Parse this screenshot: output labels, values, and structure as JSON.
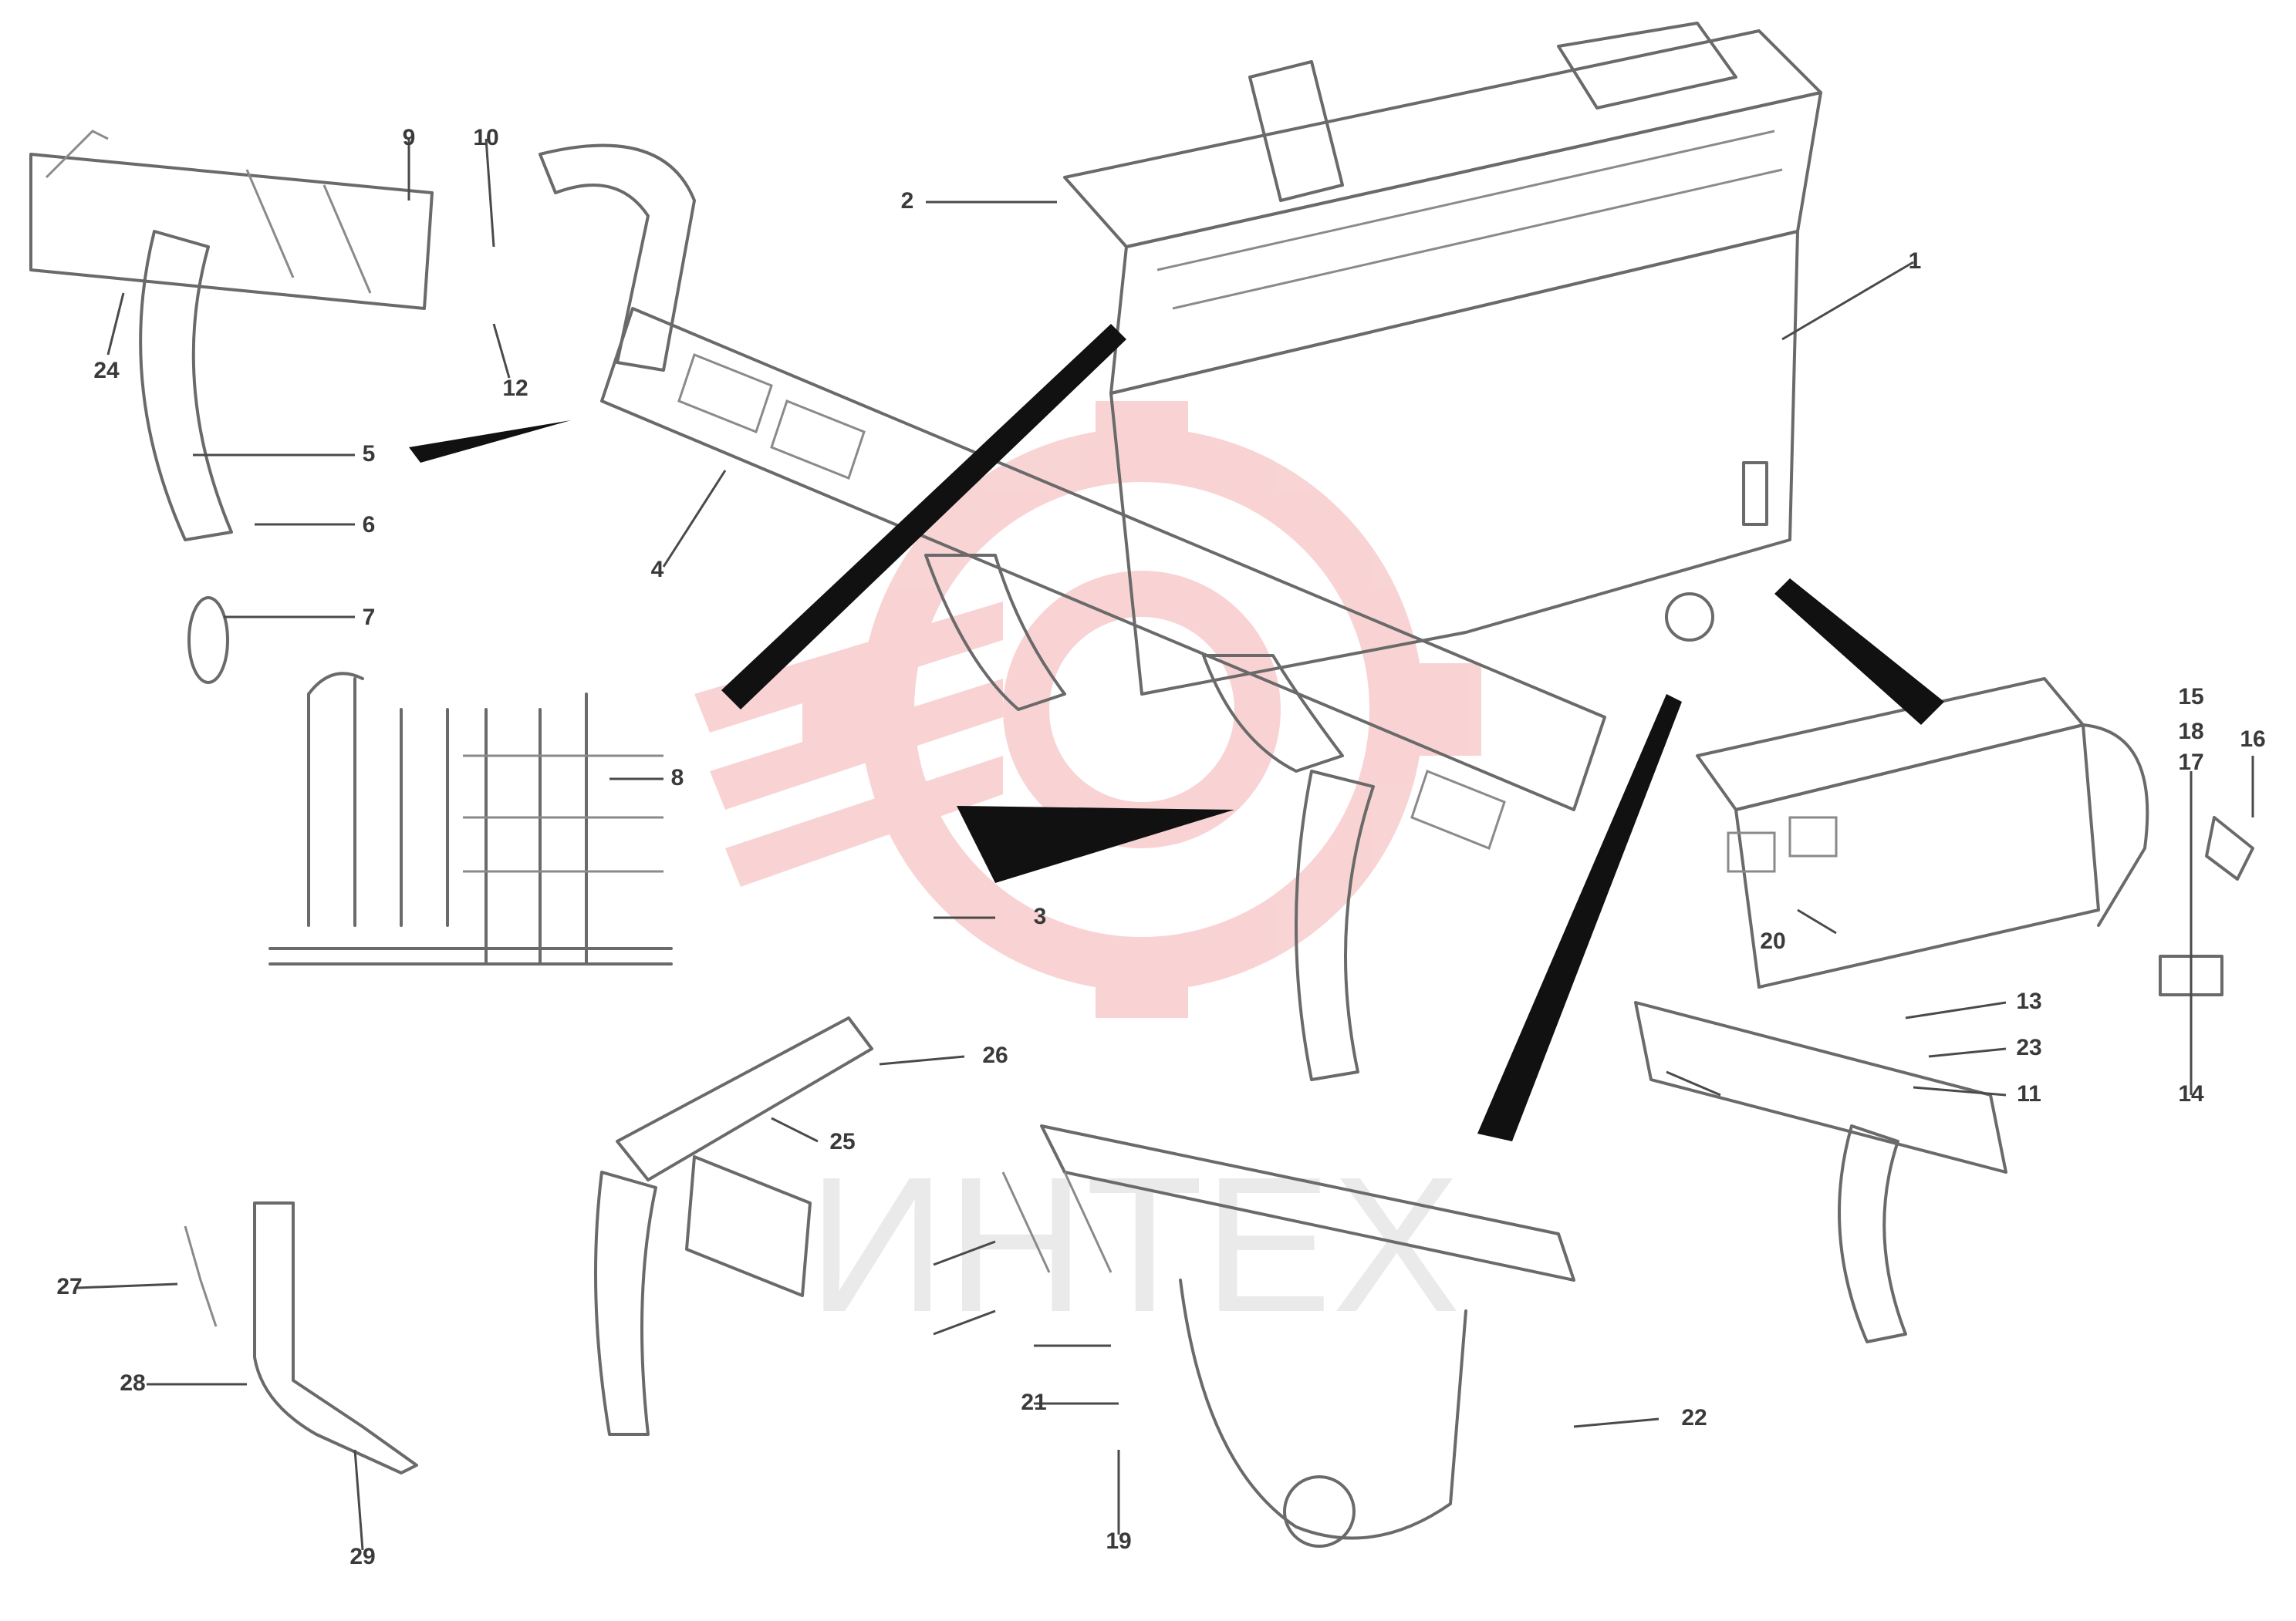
{
  "watermark": {
    "text": "ИНТЕХ",
    "color": "#f4aaaa"
  },
  "callouts": [
    "1",
    "2",
    "3",
    "4",
    "5",
    "6",
    "7",
    "8",
    "9",
    "10",
    "11",
    "12",
    "13",
    "14",
    "15",
    "16",
    "17",
    "18",
    "19",
    "20",
    "21",
    "22",
    "23",
    "24",
    "25",
    "26",
    "27",
    "28",
    "29"
  ],
  "reference": {
    "line1": "",
    "line2": "",
    "code": ""
  },
  "colors": {
    "line": "#6a6a6a",
    "arrow": "#111111",
    "watermark": "#f4aaaa"
  }
}
